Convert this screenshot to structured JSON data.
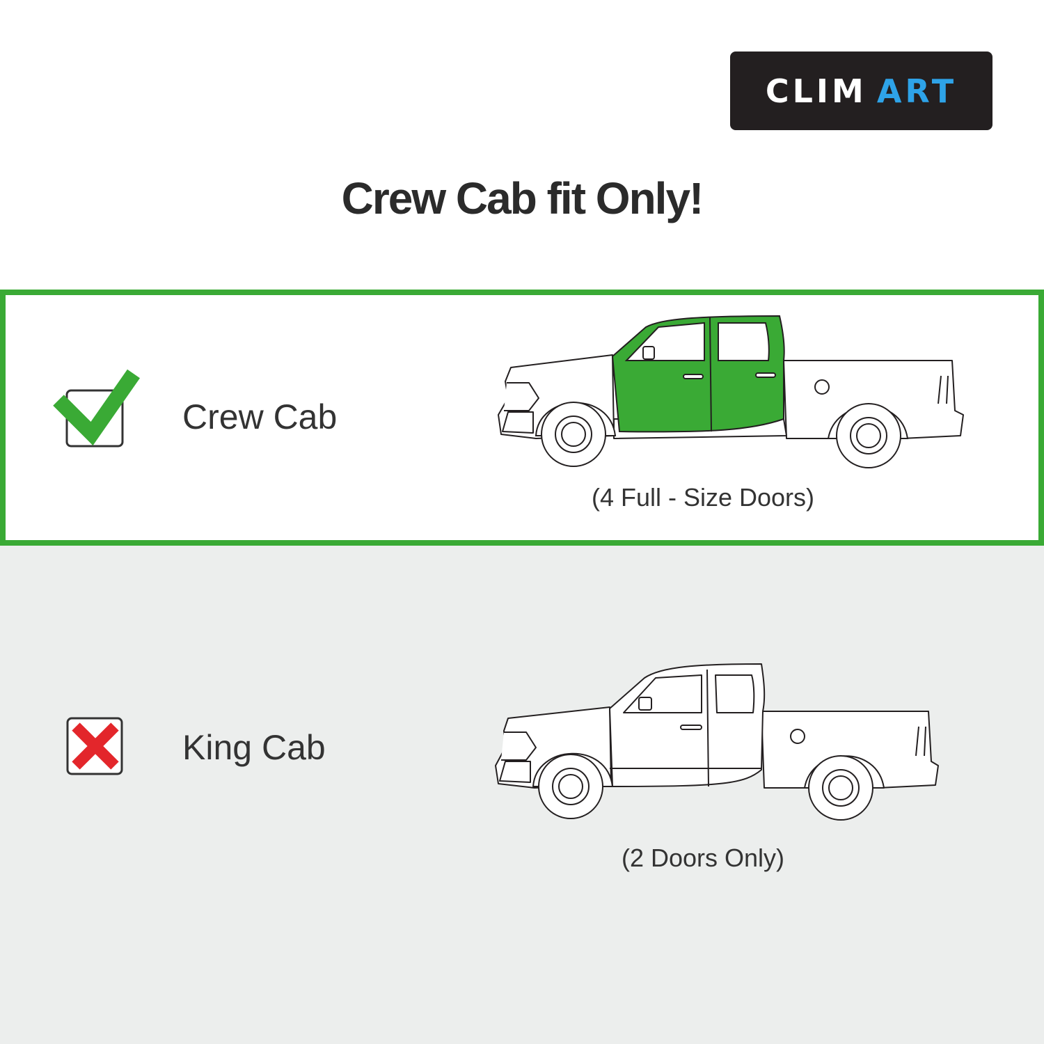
{
  "logo": {
    "part1": "CLIM",
    "part2": "ART"
  },
  "headline": "Crew Cab fit Only!",
  "options": [
    {
      "label": "Crew Cab",
      "caption": "(4 Full - Size Doors)",
      "fits": true
    },
    {
      "label": "King Cab",
      "caption": "(2 Doors Only)",
      "fits": false
    }
  ],
  "colors": {
    "fit_green": "#3aaa35",
    "nofit_red": "#e3262b",
    "logo_blue": "#2ea3e8"
  },
  "icons": {
    "fit": "checkmark-icon",
    "nofit": "cross-icon"
  }
}
